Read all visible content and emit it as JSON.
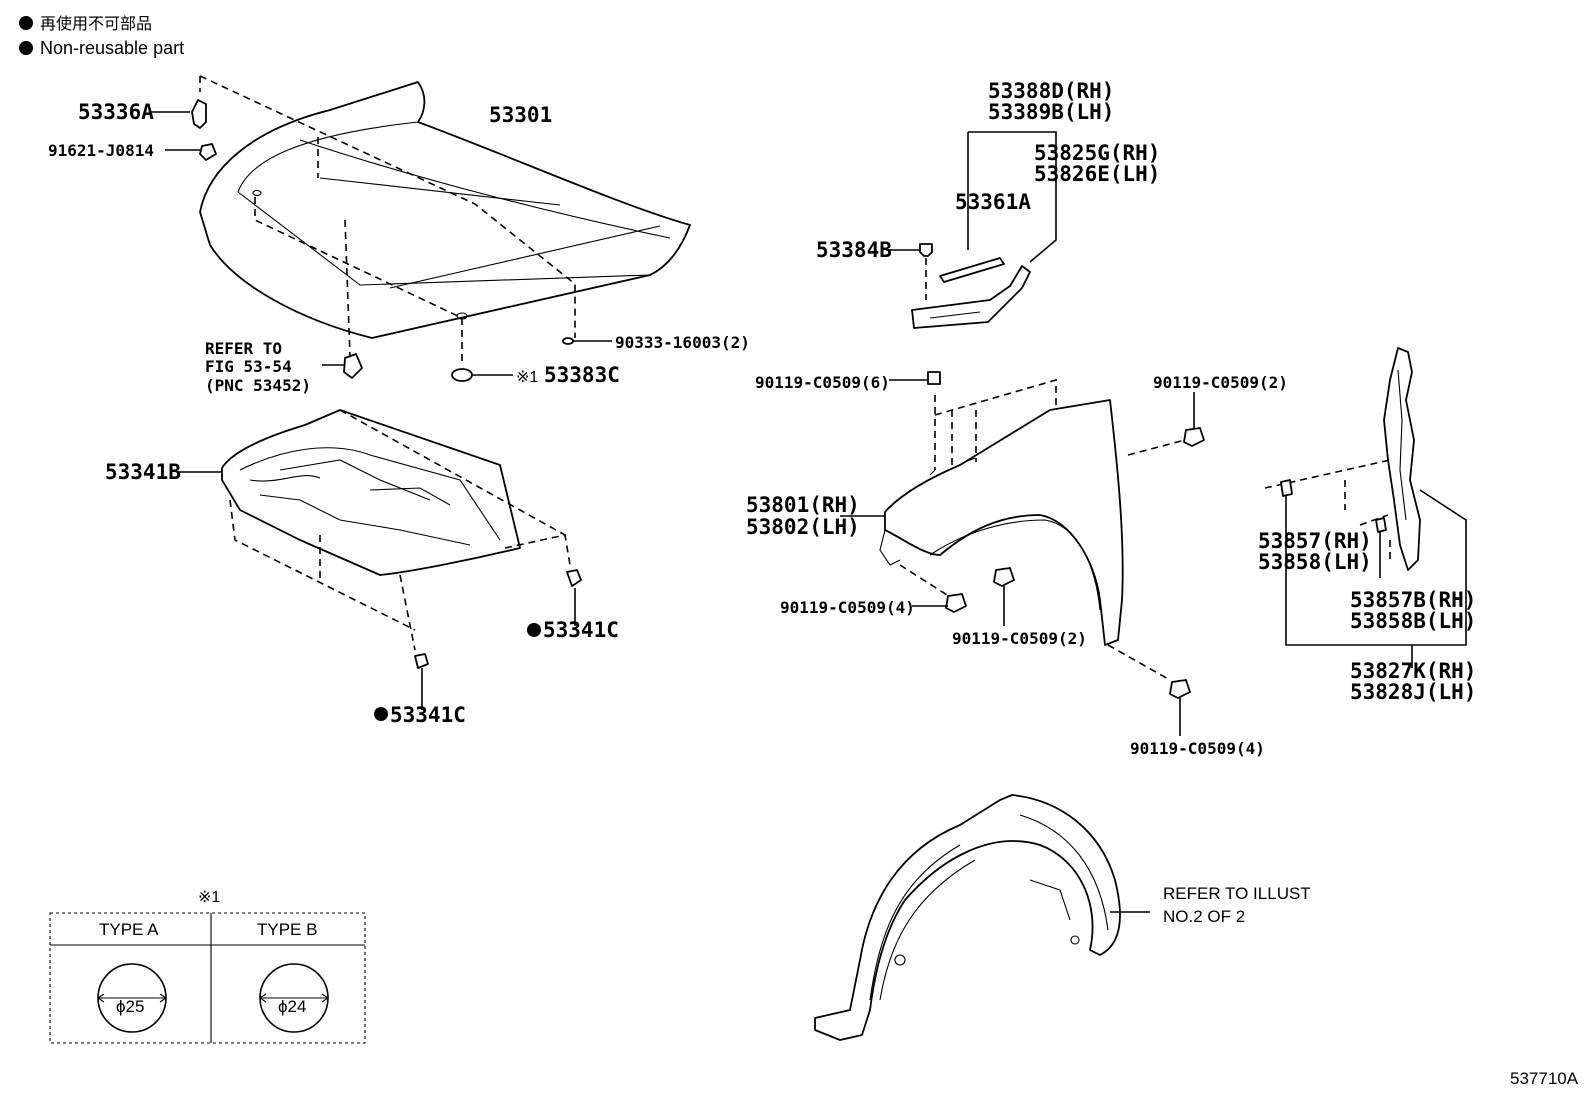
{
  "legend": {
    "japanese": "再使用不可部品",
    "english": "Non-reusable part"
  },
  "labels": {
    "hood_hinge_clip": "53336A",
    "hood_bolt": "91621-J0814",
    "hood": "53301",
    "refer_line1": "REFER TO",
    "refer_line2": "FIG 53-54",
    "refer_line3": "(PNC 53452)",
    "hood_plug": "90333-16003(2)",
    "hood_hole_plug_mark": "※1",
    "hood_hole_plug": "53383C",
    "insulator": "53341B",
    "insulator_clip_right": "53341C",
    "insulator_clip_bottom": "53341C",
    "seal_rh": "53388D(RH)",
    "seal_lh": "53389B(LH)",
    "seal_sub_rh": "53825G(RH)",
    "seal_sub_lh": "53826E(LH)",
    "seal_strip": "53361A",
    "seal_clip": "53384B",
    "fender_bolt_top": "90119-C0509(6)",
    "fender_bolt_right": "90119-C0509(2)",
    "fender_rh": "53801(RH)",
    "fender_lh": "53802(LH)",
    "fender_bolt_left": "90119-C0509(4)",
    "fender_bolt_middle": "90119-C0509(2)",
    "fender_bolt_bottom": "90119-C0509(4)",
    "bracket_clip_rh": "53857(RH)",
    "bracket_clip_lh": "53858(LH)",
    "bracket_sub_rh": "53857B(RH)",
    "bracket_sub_lh": "53858B(LH)",
    "bracket_rh": "53827K(RH)",
    "bracket_lh": "53828J(LH)",
    "liner_ref_line1": "REFER TO ILLUST",
    "liner_ref_line2": "NO.2 OF 2",
    "figure_code": "537710A"
  },
  "type_table": {
    "mark": "※1",
    "col_a": "TYPE A",
    "col_b": "TYPE B",
    "dia_a": "ϕ25",
    "dia_b": "ϕ24"
  }
}
